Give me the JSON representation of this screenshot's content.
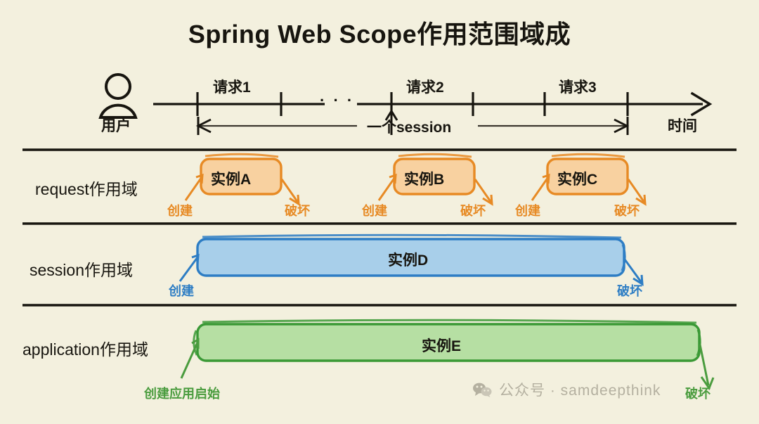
{
  "title": "Spring Web Scope作用范围域成",
  "background_color": "#f3f0de",
  "timeline": {
    "user_icon": "user-person-icon",
    "user_label": "用户",
    "axis_end_label": "时间",
    "session_span_label": "一个session",
    "requests": [
      {
        "label": "请求1"
      },
      {
        "label": "请求2"
      },
      {
        "label": "请求3"
      }
    ],
    "ellipsis": "· · ·"
  },
  "rows": [
    {
      "id": "request-scope",
      "label": "request作用域",
      "accent_color": "#e78a24",
      "fill_color": "#f8d1a0",
      "boxes": [
        {
          "label": "实例A",
          "create_label": "创建",
          "destroy_label": "破坏"
        },
        {
          "label": "实例B",
          "create_label": "创建",
          "destroy_label": "破坏"
        },
        {
          "label": "实例C",
          "create_label": "创建",
          "destroy_label": "破坏"
        }
      ]
    },
    {
      "id": "session-scope",
      "label": "session作用域",
      "accent_color": "#2d7dc4",
      "fill_color": "#a8cfea",
      "boxes": [
        {
          "label": "实例D",
          "create_label": "创建",
          "destroy_label": "破坏"
        }
      ]
    },
    {
      "id": "application-scope",
      "label": "application作用域",
      "accent_color": "#4a9c3e",
      "fill_color": "#b6dfa3",
      "boxes": [
        {
          "label": "实例E",
          "create_label": "创建应用启始",
          "destroy_label": "破坏"
        }
      ]
    }
  ],
  "watermark": {
    "icon": "wechat-icon",
    "text": "公众号 · samdeepthink"
  }
}
